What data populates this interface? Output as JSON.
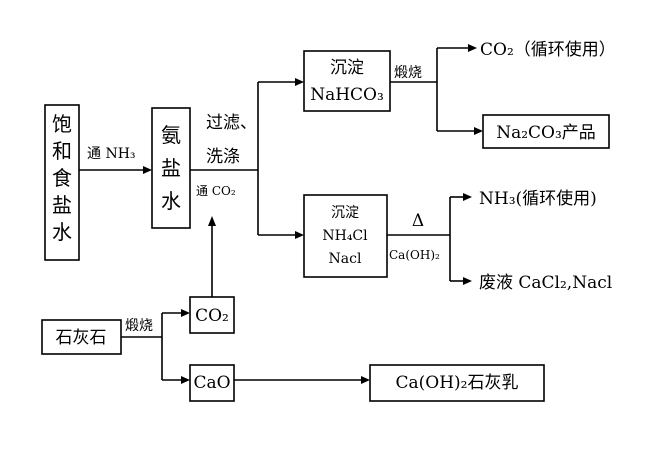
{
  "boxes": {
    "brine": [
      "饱",
      "和",
      "食",
      "盐",
      "水"
    ],
    "ammonia_brine": [
      "氨",
      "盐",
      "水"
    ],
    "precip1": [
      "沉淀",
      "NaHCO₃"
    ],
    "product_na2co3": "Na₂CO₃产品",
    "precip2": [
      "沉淀",
      "NH₄Cl",
      "Nacl"
    ],
    "limestone": "石灰石",
    "co2_box": "CO₂",
    "cao_box": "CaO",
    "caoh2_product": "Ca(OH)₂石灰乳"
  },
  "labels": {
    "tong_nh3": "通 NH₃",
    "filter": "过滤、",
    "wash": "洗涤",
    "tong_co2": "通 CO₂",
    "calcine1": "煅烧",
    "co2_cycle": "CO₂（循环使用）",
    "delta": "Δ",
    "caoh2_reagent": "Ca(OH)₂",
    "nh3_cycle": "NH₃(循环使用)",
    "waste": "废液 CaCl₂,Nacl",
    "calcine2": "煅烧"
  }
}
